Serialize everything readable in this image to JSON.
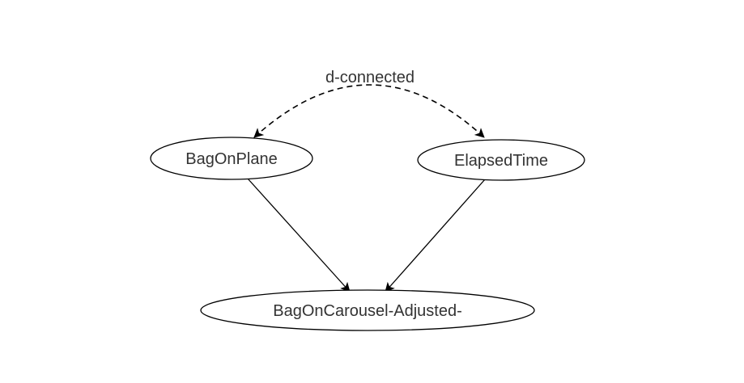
{
  "diagram": {
    "nodes": {
      "bag_on_plane": {
        "label": "BagOnPlane"
      },
      "elapsed_time": {
        "label": "ElapsedTime"
      },
      "bag_on_carousel": {
        "label": "BagOnCarousel-Adjusted-"
      }
    },
    "edges": [
      {
        "from": "BagOnPlane",
        "to": "BagOnCarousel-Adjusted-",
        "style": "solid"
      },
      {
        "from": "ElapsedTime",
        "to": "BagOnCarousel-Adjusted-",
        "style": "solid"
      },
      {
        "from": "BagOnPlane",
        "to": "ElapsedTime",
        "style": "dashed-bidirectional",
        "label": "d-connected"
      }
    ],
    "colors": {
      "stroke": "#000000",
      "text": "#333333",
      "background": "#ffffff"
    }
  }
}
